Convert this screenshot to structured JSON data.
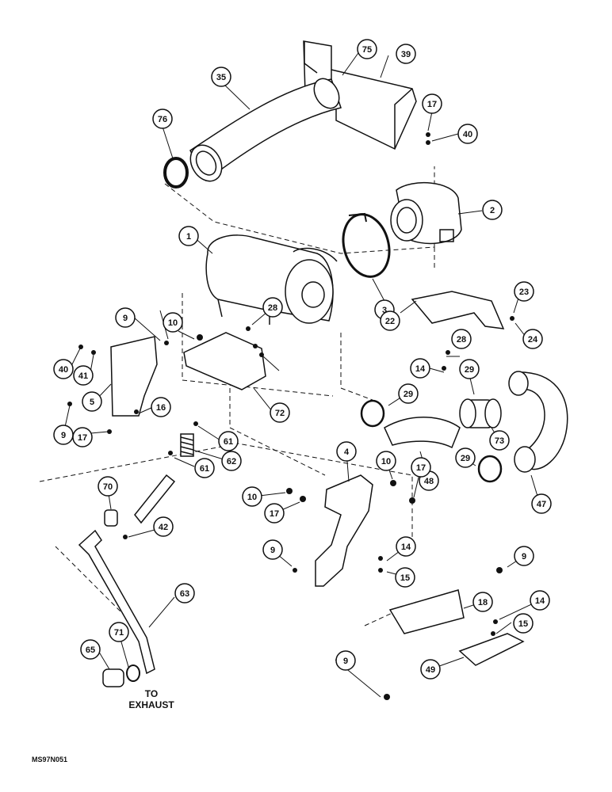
{
  "diagram": {
    "callouts": [
      "75",
      "39",
      "35",
      "76",
      "17",
      "40",
      "2",
      "1",
      "3",
      "23",
      "22",
      "24",
      "28",
      "9",
      "10",
      "40",
      "41",
      "5",
      "16",
      "9",
      "17",
      "72",
      "61",
      "62",
      "61",
      "14",
      "29",
      "28",
      "29",
      "73",
      "29",
      "48",
      "47",
      "4",
      "10",
      "17",
      "10",
      "17",
      "70",
      "42",
      "9",
      "14",
      "15",
      "9",
      "63",
      "18",
      "14",
      "15",
      "71",
      "65",
      "9",
      "49"
    ],
    "to_exhaust_line1": "TO",
    "to_exhaust_line2": "EXHAUST",
    "figure_code": "MS97N051"
  }
}
